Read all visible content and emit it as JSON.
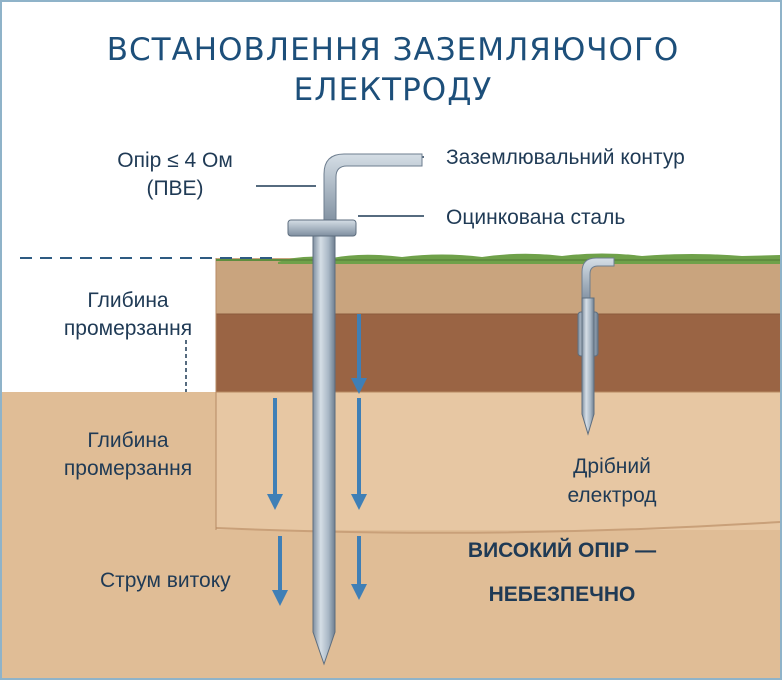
{
  "title": {
    "line1": "ВСТАНОВЛЕННЯ ЗАЗЕМЛЯЮЧОГО",
    "line2": "ЕЛЕКТРОДУ"
  },
  "labels": {
    "resistance_line1": "Опір ≤ 4 Ом",
    "resistance_line2": "(ПВЕ)",
    "grounding_loop": "Заземлювальний контур",
    "galvanized_steel": "Оцинкована сталь",
    "freeze_depth_1_line1": "Глибина",
    "freeze_depth_1_line2": "промерзання",
    "freeze_depth_2_line1": "Глибина",
    "freeze_depth_2_line2": "промерзання",
    "small_electrode_line1": "Дрібний",
    "small_electrode_line2": "електрод",
    "high_resistance_line1": "ВИСОКИЙ ОПІР —",
    "high_resistance_line2": "НЕБЕЗПЕЧНО",
    "leakage_current": "Струм витоку"
  },
  "colors": {
    "title": "#1d4f7a",
    "text": "#1f3a55",
    "grass": "#6fa14a",
    "soil_top": "#c9a47e",
    "soil_mid": "#9a6444",
    "soil_deep": "#e2c09c",
    "soil_bottom": "#e0bd96",
    "steel": "#a9b8c6",
    "arrow": "#3f7fb6",
    "frame": "#8fb3c9"
  }
}
